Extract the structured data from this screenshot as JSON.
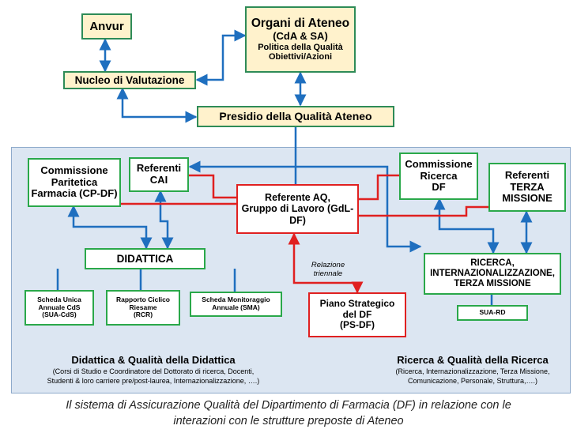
{
  "top": {
    "anvur": "Anvur",
    "organi_title": "Organi di Ateneo",
    "organi_sub": "(CdA & SA)",
    "organi_line1": "Politica della Qualità",
    "organi_line2": "Obiettivi/Azioni",
    "nucleo": "Nucleo di Valutazione",
    "presidio": "Presidio della Qualità Ateneo"
  },
  "df": {
    "cp_line1": "Commissione",
    "cp_line2": "Paritetica",
    "cp_line3": "Farmacia (CP-DF)",
    "cai_line1": "Referenti",
    "cai_line2": "CAI",
    "aq_line1": "Referente AQ,",
    "aq_line2": "Gruppo di Lavoro (GdL-",
    "aq_line3": "DF)",
    "crdf_line1": "Commissione",
    "crdf_line2": "Ricerca",
    "crdf_line3": "DF",
    "tm_line1": "Referenti",
    "tm_line2": "TERZA",
    "tm_line3": "MISSIONE",
    "didattica": "DIDATTICA",
    "ricerca_line1": "RICERCA,",
    "ricerca_line2": "INTERNAZIONALIZZAZIONE,",
    "ricerca_line3": "TERZA MISSIONE",
    "sua_rd": "SUA-RD",
    "sua_cds_line1": "Scheda Unica",
    "sua_cds_line2": "Annuale CdS",
    "sua_cds_line3": "(SUA-CdS)",
    "rcr_line1": "Rapporto Ciclico",
    "rcr_line2": "Riesame",
    "rcr_line3": "(RCR)",
    "sma_line1": "Scheda Monitoraggio",
    "sma_line2": "Annuale (SMA)",
    "rel_line1": "Relazione",
    "rel_line2": "triennale",
    "ps_line1": "Piano Strategico",
    "ps_line2": "del DF",
    "ps_line3": "(PS-DF)"
  },
  "sections": {
    "did_title": "Didattica & Qualità della Didattica",
    "did_desc1": "(Corsi di Studio e Coordinatore del Dottorato di ricerca, Docenti,",
    "did_desc2": "Studenti & loro carriere pre/post-laurea, Internazionalizzazione, ….)",
    "ric_title": "Ricerca & Qualità della Ricerca",
    "ric_desc1": "(Ricerca, Internazionalizzazione, Terza Missione,",
    "ric_desc2": "Comunicazione, Personale, Struttura,….)"
  },
  "caption": {
    "line1": "Il sistema di Assicurazione Qualità del Dipartimento di Farmacia (DF) in relazione con le",
    "line2": "interazioni con le strutture preposte di Ateneo"
  },
  "colors": {
    "blue_connector": "#1f6fbf",
    "red_connector": "#e02020",
    "green_border": "#2aa84a",
    "top_fill": "#fff2cc",
    "panel_fill": "#dce6f2"
  }
}
